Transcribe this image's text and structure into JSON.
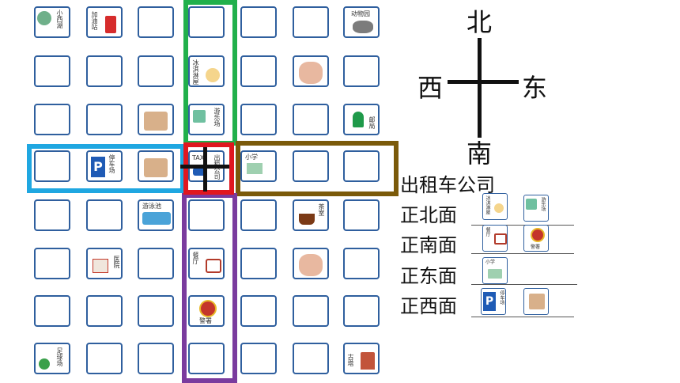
{
  "compass": {
    "north": "北",
    "south": "南",
    "east": "东",
    "west": "西"
  },
  "colors": {
    "grid": "#2f5f9e",
    "green": "#21b04b",
    "blue": "#1fa7e1",
    "red": "#e0171f",
    "brown": "#7b5a0a",
    "purple": "#7a3b9e"
  },
  "places": {
    "xiaoxihu": "小西湖",
    "gas": "加油站",
    "zoo": "动物园",
    "icecream": "冰淇淋屋",
    "playground": "游乐场",
    "post": "邮局",
    "parking": "停车场",
    "taxi_sign": "TAXI",
    "taxi": "出租公司",
    "school": "小学",
    "pool": "游泳池",
    "tea": "茶室",
    "hospital": "医院",
    "restaurant": "餐厅",
    "police": "警署",
    "football": "足球场",
    "pagoda": "古塔"
  },
  "question": {
    "title": "出租车公司",
    "north": "正北面",
    "south": "正南面",
    "east": "正东面",
    "west": "正西面"
  },
  "answers": {
    "icecream": "冰淇淋屋",
    "playground": "游乐场",
    "restaurant": "餐厅",
    "police": "警署",
    "school": "小学",
    "parking": "停车场"
  }
}
